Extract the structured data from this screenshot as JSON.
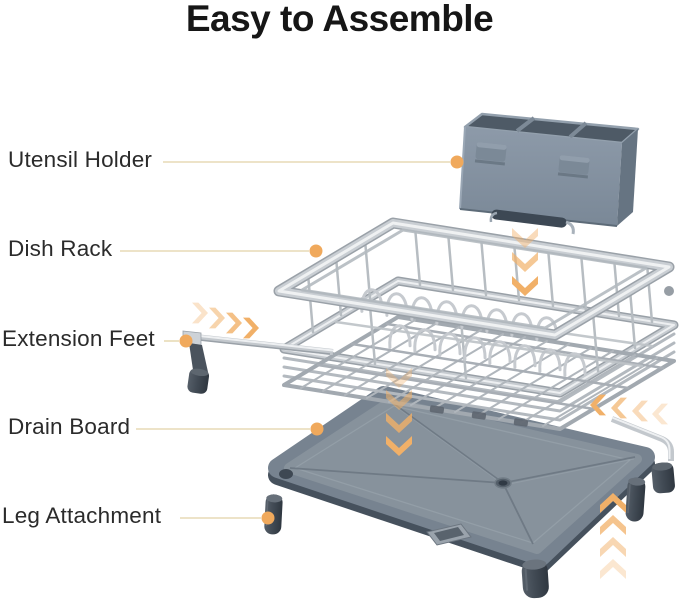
{
  "title": "Easy to Assemble",
  "labels": [
    {
      "text": "Utensil Holder"
    },
    {
      "text": "Dish Rack"
    },
    {
      "text": "Extension Feet"
    },
    {
      "text": "Drain Board"
    },
    {
      "text": "Leg Attachment"
    }
  ],
  "icons": {
    "assembly_direction_down": "chevron-down",
    "assembly_direction_up": "chevron-up",
    "assembly_direction_left": "chevron-left",
    "assembly_direction_right": "chevron-right",
    "leader_marker": "dot"
  },
  "colors": {
    "background": "#ffffff",
    "title_text": "#161616",
    "label_text": "#2b2b2b",
    "leader_line": "#e7dab6",
    "leader_dot": "#f0a95c",
    "arrow": "#f1b068",
    "metal_wire": "#b5bac0",
    "metal_highlight": "#eff1f2",
    "plastic_holder": "#8593a3",
    "drain_board": "#848f99",
    "leg_plastic": "#3c444e"
  }
}
